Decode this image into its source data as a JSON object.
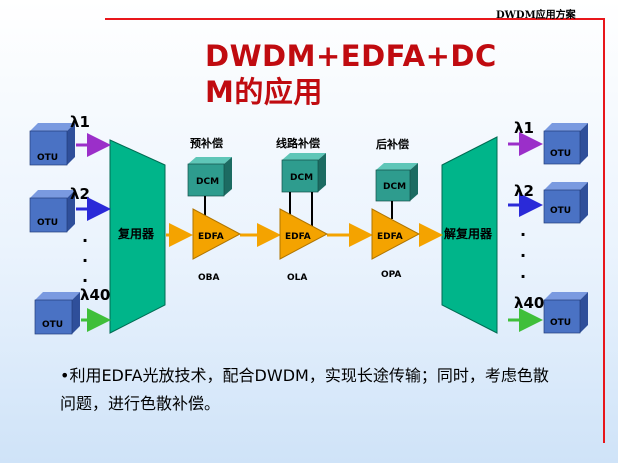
{
  "header": {
    "label": "DWDM应用方案"
  },
  "title": {
    "line1": "DWDM+EDFA+DC",
    "line2": "M的应用"
  },
  "diagram": {
    "otu_label": "OTU",
    "dcm_label": "DCM",
    "edfa_label": "EDFA",
    "mux_label": "复用器",
    "demux_label": "解复用器",
    "lambda_left": [
      "λ1",
      "λ2",
      "λ40"
    ],
    "lambda_right": [
      "λ1",
      "λ2",
      "λ40"
    ],
    "stages": [
      {
        "top_label": "预补偿",
        "bottom_label": "OBA"
      },
      {
        "top_label": "线路补偿",
        "bottom_label": "OLA"
      },
      {
        "top_label": "后补偿",
        "bottom_label": "OPA"
      }
    ],
    "ellipsis_dots": "·",
    "colors": {
      "otu_front": "#4a72c4",
      "otu_top": "#7a9ae0",
      "otu_side": "#2f4f9a",
      "dcm_front": "#2e9c8e",
      "dcm_top": "#5fc6b8",
      "dcm_side": "#1c6b62",
      "mux": "#00b58a",
      "edfa": "#f4a300",
      "fiber": "#f4a300",
      "arrow_purple": "#9b2fc9",
      "arrow_blue": "#2a2ad8",
      "arrow_green": "#3fbf3a"
    }
  },
  "caption": {
    "line1": "•利用EDFA光放技术，配合DWDM，实现长途传输；同时，考虑色散",
    "line2": "问题，进行色散补偿。"
  }
}
